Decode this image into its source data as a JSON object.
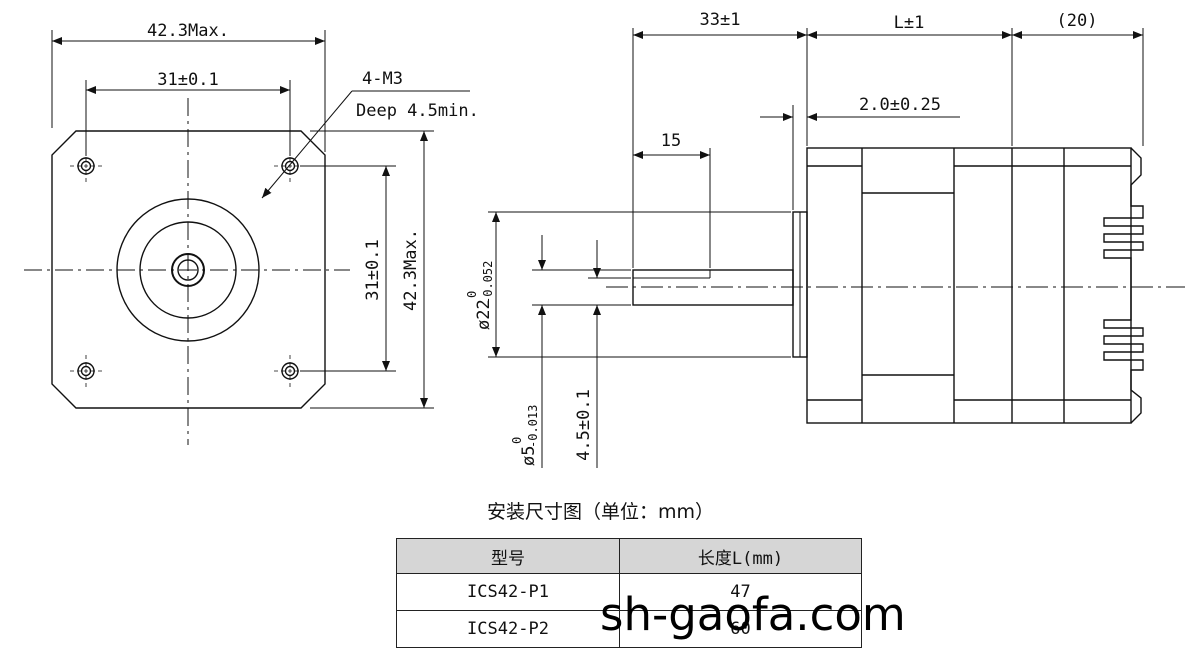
{
  "front_view": {
    "overall_width_label": "42.3Max.",
    "hole_pitch_h_label": "31±0.1",
    "hole_pitch_v_label": "31±0.1",
    "overall_height_label": "42.3Max.",
    "thread_label": "4-M3",
    "thread_depth_label": "Deep 4.5min."
  },
  "side_view": {
    "shaft_length_label": "33±1",
    "body_length_label": "L±1",
    "rear_length_label": "(20)",
    "boss_height_label": "2.0±0.25",
    "flat_length_label": "15",
    "boss_diameter_label": "ø22",
    "boss_diameter_tol_upper": "0",
    "boss_diameter_tol_lower": "-0.052",
    "shaft_diameter_label": "ø5",
    "shaft_diameter_tol_upper": "0",
    "shaft_diameter_tol_lower": "-0.013",
    "flat_depth_label": "4.5±0.1"
  },
  "caption": "安装尺寸图（单位：mm）",
  "table": {
    "headers": [
      "型号",
      "长度L(mm)"
    ],
    "rows": [
      [
        "ICS42-P1",
        "47"
      ],
      [
        "ICS42-P2",
        "60"
      ]
    ]
  },
  "watermark": "sh-gaofa.com"
}
